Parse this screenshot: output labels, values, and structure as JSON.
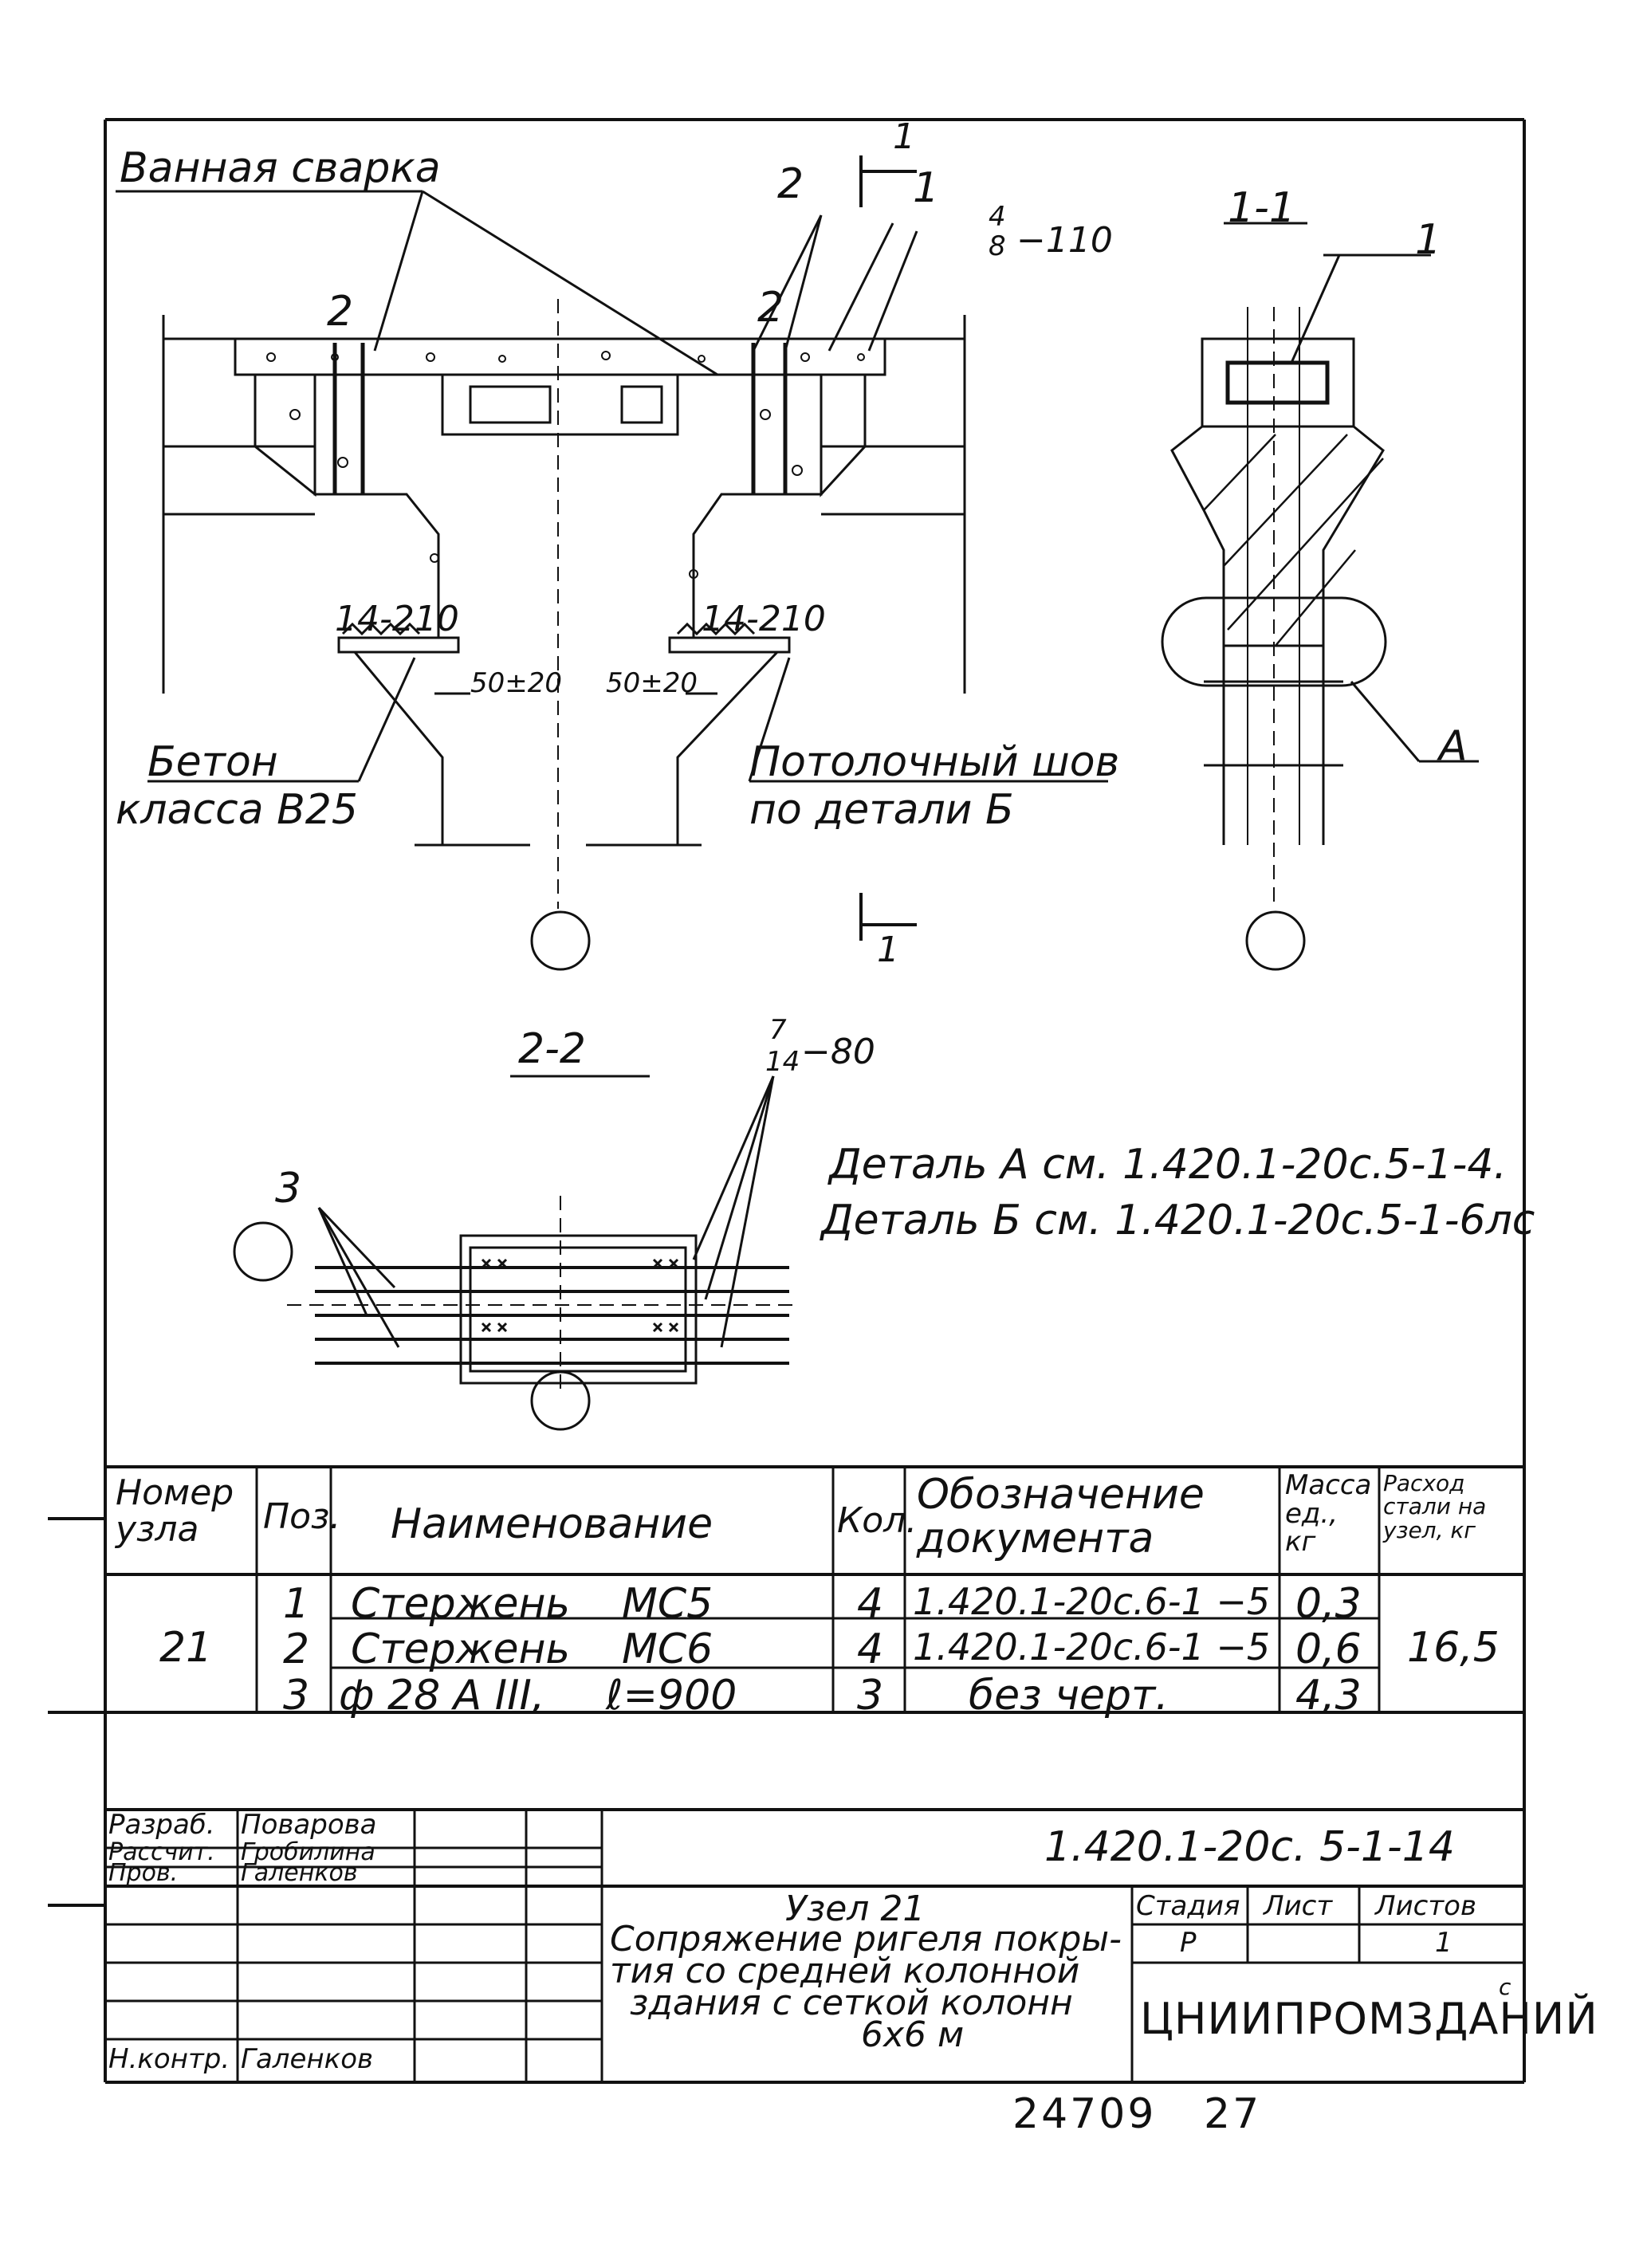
{
  "drawing": {
    "callouts": {
      "bath_welding": "Ванная сварка",
      "concrete_line1": "Бетон",
      "concrete_line2": "класса В25",
      "ceiling_seam_line1": "Потолочный шов",
      "ceiling_seam_line2": "по детали Б",
      "weld_left": "14-210",
      "weld_right": "14-210",
      "gap_left": "50±20",
      "gap_right": "50±20",
      "pos_2_left": "2",
      "pos_2_mid": "2",
      "pos_2_right": "2",
      "pos_1_top": "1",
      "weld_top_num": "4",
      "weld_top_den": "8",
      "weld_top_len": "−110",
      "section_1_1": "1-1",
      "section_1_1_pos": "1",
      "section_mark_top": "1",
      "section_mark_bottom": "1",
      "detail_a_mark": "А",
      "section_2_2": "2-2",
      "pos_3": "3",
      "weld_22_num": "7",
      "weld_22_den": "14",
      "weld_22_len": "−80",
      "detail_a_note": "Деталь А см. 1.420.1-20с.5-1-4.",
      "detail_b_note": "Деталь Б см. 1.420.1-20с.5-1-6лс"
    }
  },
  "spec_table": {
    "headers": {
      "node": "Номер узла",
      "pos": "Поз.",
      "name": "Наименование",
      "qty": "Кол.",
      "doc": "Обозначение документа",
      "mass": "Масса ед., кг",
      "steel": "Расход стали на узел, кг"
    },
    "node_number": "21",
    "rows": [
      {
        "pos": "1",
        "name": "Стержень",
        "mark": "МС5",
        "qty": "4",
        "doc": "1.420.1-20с.6-1 −5",
        "mass": "0,3"
      },
      {
        "pos": "2",
        "name": "Стержень",
        "mark": "МС6",
        "qty": "4",
        "doc": "1.420.1-20с.6-1 −5",
        "mass": "0,6"
      },
      {
        "pos": "3",
        "name": "ф 28 А III,",
        "mark": "ℓ=900",
        "qty": "3",
        "doc": "без черт.",
        "mass": "4,3"
      }
    ],
    "steel_total": "16,5"
  },
  "title_block": {
    "roles": [
      {
        "role": "Разраб.",
        "name": "Поварова"
      },
      {
        "role": "Рассчит.",
        "name": "Гробилина"
      },
      {
        "role": "Пров.",
        "name": "Галенков"
      },
      {
        "role": "",
        "name": ""
      },
      {
        "role": "",
        "name": ""
      },
      {
        "role": "",
        "name": ""
      },
      {
        "role": "Н.контр.",
        "name": "Галенков"
      }
    ],
    "designation": "1.420.1-20с. 5-1-14",
    "title_line1": "Узел 21",
    "title_line2": "Сопряжение ригеля покры-",
    "title_line3": "тия со средней колонной",
    "title_line4": "здания с сеткой колонн",
    "title_line5": "6х6 м",
    "stage_label": "Стадия",
    "sheet_label": "Лист",
    "sheets_label": "Листов",
    "stage_value": "Р",
    "sheets_value": "1",
    "organization": "ЦНИИПРОМЗДАНИЙ",
    "org_superscript": "c"
  },
  "footer": {
    "archive_number": "24709",
    "page_number": "27"
  }
}
